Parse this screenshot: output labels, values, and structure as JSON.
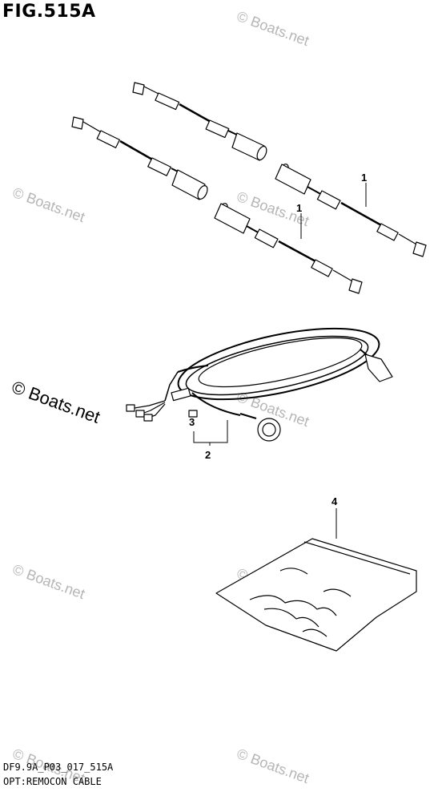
{
  "figure": {
    "title": "FIG.515A",
    "code": "DF9.9A_P03_017_515A",
    "name": "OPT:REMOCON CABLE"
  },
  "watermark": "© Boats.net",
  "callouts": [
    {
      "id": "1a",
      "label": "1"
    },
    {
      "id": "1b",
      "label": "1"
    },
    {
      "id": "2",
      "label": "2"
    },
    {
      "id": "3",
      "label": "3"
    },
    {
      "id": "4",
      "label": "4"
    }
  ],
  "colors": {
    "line": "#000000",
    "watermark": "#b5b5b5",
    "background": "#ffffff"
  }
}
